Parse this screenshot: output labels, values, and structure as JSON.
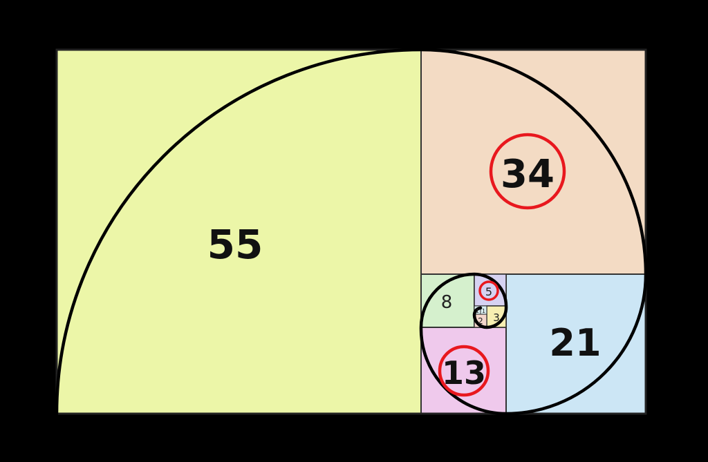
{
  "labels": {
    "sq55": "55",
    "sq34": "34",
    "sq21": "21",
    "sq13": "13",
    "sq8": "8",
    "sq5": "5",
    "sq3": "3",
    "sq2": "2",
    "sq1a": "1",
    "sq1b": "1"
  },
  "colors": {
    "background": "#000000",
    "sq55": "#ecf6a8",
    "sq34": "#f3dbc4",
    "sq21": "#cce6f5",
    "sq13": "#efc9ec",
    "sq8": "#d5f0cd",
    "sq5": "#d6d2f2",
    "sq3": "#f7efb2",
    "sq2": "#f3d6cb",
    "sq1": "#d9eef0",
    "highlight": "#e8181e",
    "spiral": "#000000"
  }
}
